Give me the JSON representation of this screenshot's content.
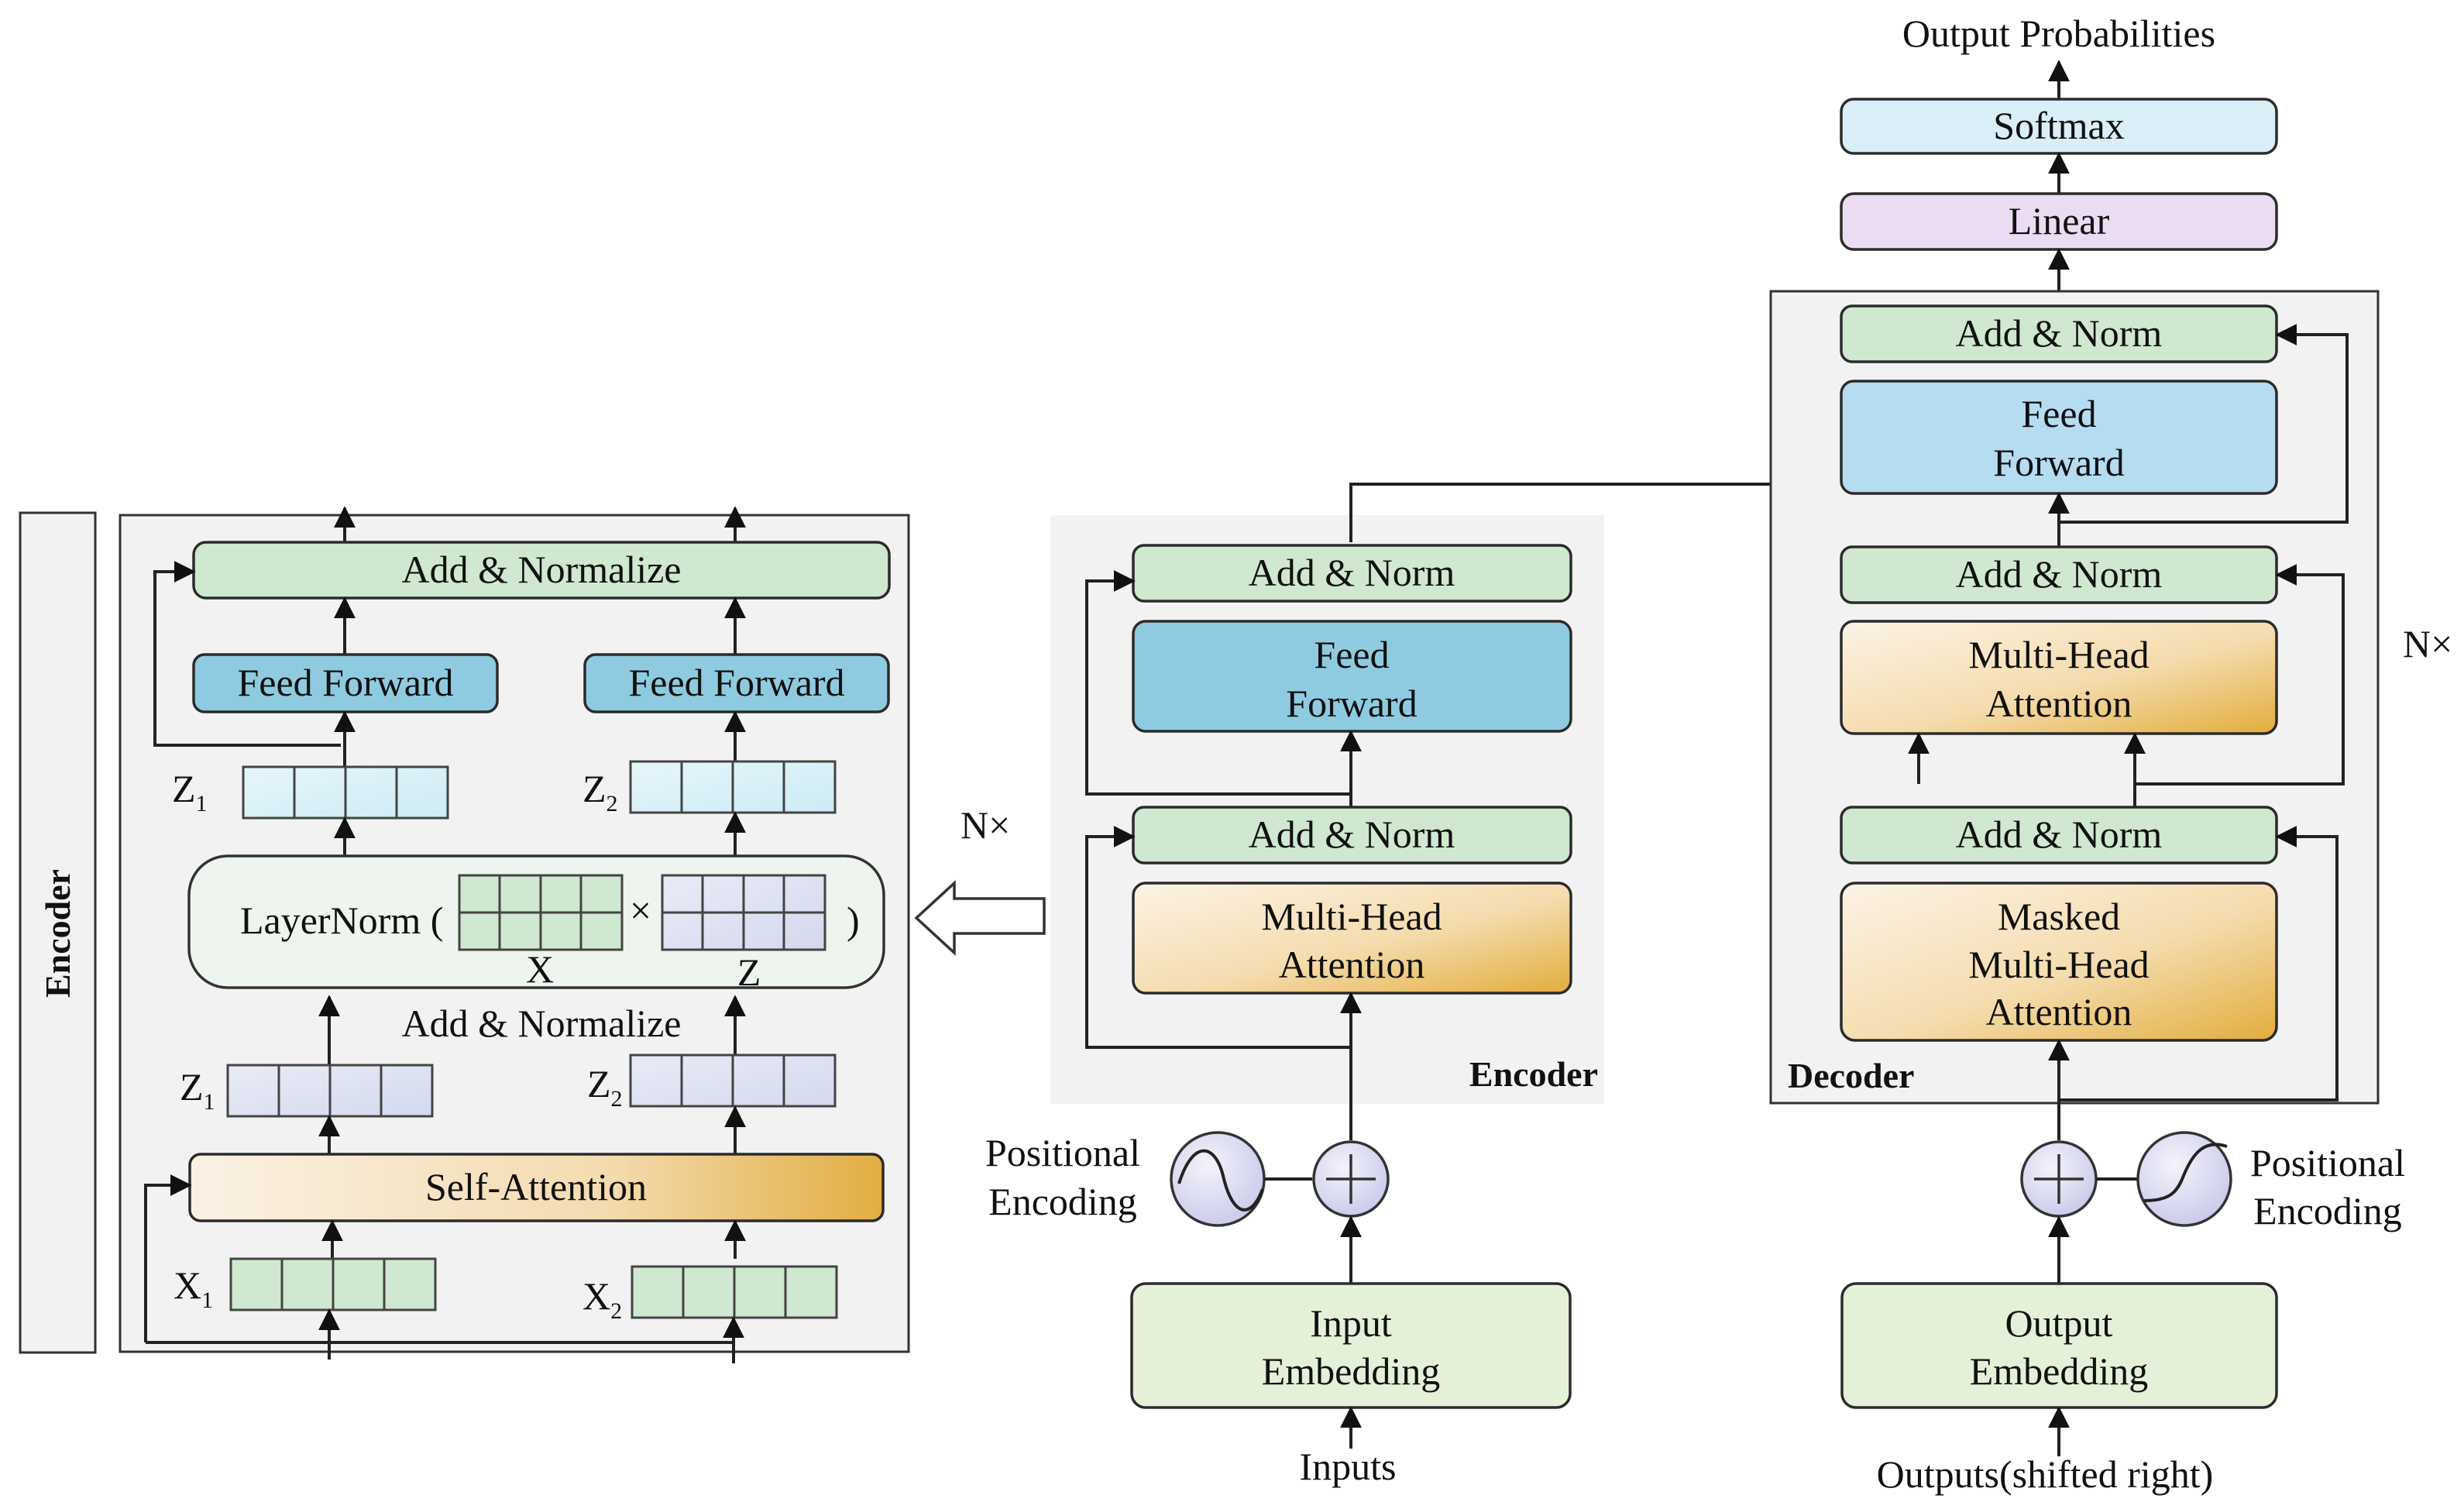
{
  "left_panel": {
    "side_label": "Encoder",
    "add_normalize_top": "Add & Normalize",
    "feed_forward_1": "Feed Forward",
    "feed_forward_2": "Feed Forward",
    "z1_top": "Z",
    "z1_top_sub": "1",
    "z2_top": "Z",
    "z2_top_sub": "2",
    "layernorm": "LayerNorm (",
    "times": "×",
    "close_paren": ")",
    "x_label": "X",
    "z_label": "Z",
    "add_normalize_mid": "Add & Normalize",
    "z1_mid": "Z",
    "z1_mid_sub": "1",
    "z2_mid": "Z",
    "z2_mid_sub": "2",
    "self_attention": "Self-Attention",
    "x1": "X",
    "x1_sub": "1",
    "x2": "X",
    "x2_sub": "2"
  },
  "nx_left": "N×",
  "encoder": {
    "title": "Encoder",
    "add_norm_top": "Add & Norm",
    "feed_forward_line1": "Feed",
    "feed_forward_line2": "Forward",
    "add_norm_bottom": "Add & Norm",
    "mha_line1": "Multi-Head",
    "mha_line2": "Attention",
    "pos_enc_line1": "Positional",
    "pos_enc_line2": "Encoding",
    "input_embedding_line1": "Input",
    "input_embedding_line2": "Embedding",
    "inputs": "Inputs"
  },
  "decoder": {
    "title": "Decoder",
    "output_probabilities": "Output Probabilities",
    "softmax": "Softmax",
    "linear": "Linear",
    "add_norm_1": "Add & Norm",
    "feed_forward_line1": "Feed",
    "feed_forward_line2": "Forward",
    "add_norm_2": "Add & Norm",
    "mha_line1": "Multi-Head",
    "mha_line2": "Attention",
    "add_norm_3": "Add & Norm",
    "masked_line1": "Masked",
    "masked_line2": "Multi-Head",
    "masked_line3": "Attention",
    "pos_enc_line1": "Positional",
    "pos_enc_line2": "Encoding",
    "output_embedding_line1": "Output",
    "output_embedding_line2": "Embedding",
    "outputs": "Outputs(shifted right)"
  },
  "nx_right": "N×",
  "colors": {
    "green": "#cfe8cf",
    "blue": "#8fcbe0",
    "light_blue": "#b6dcf2",
    "orange_start": "#fbf0df",
    "orange_end": "#e6b548",
    "softmax": "#d9eef7",
    "linear": "#ecdcf3",
    "embedding": "#e3f1d8",
    "panel": "#f2f2f2"
  }
}
